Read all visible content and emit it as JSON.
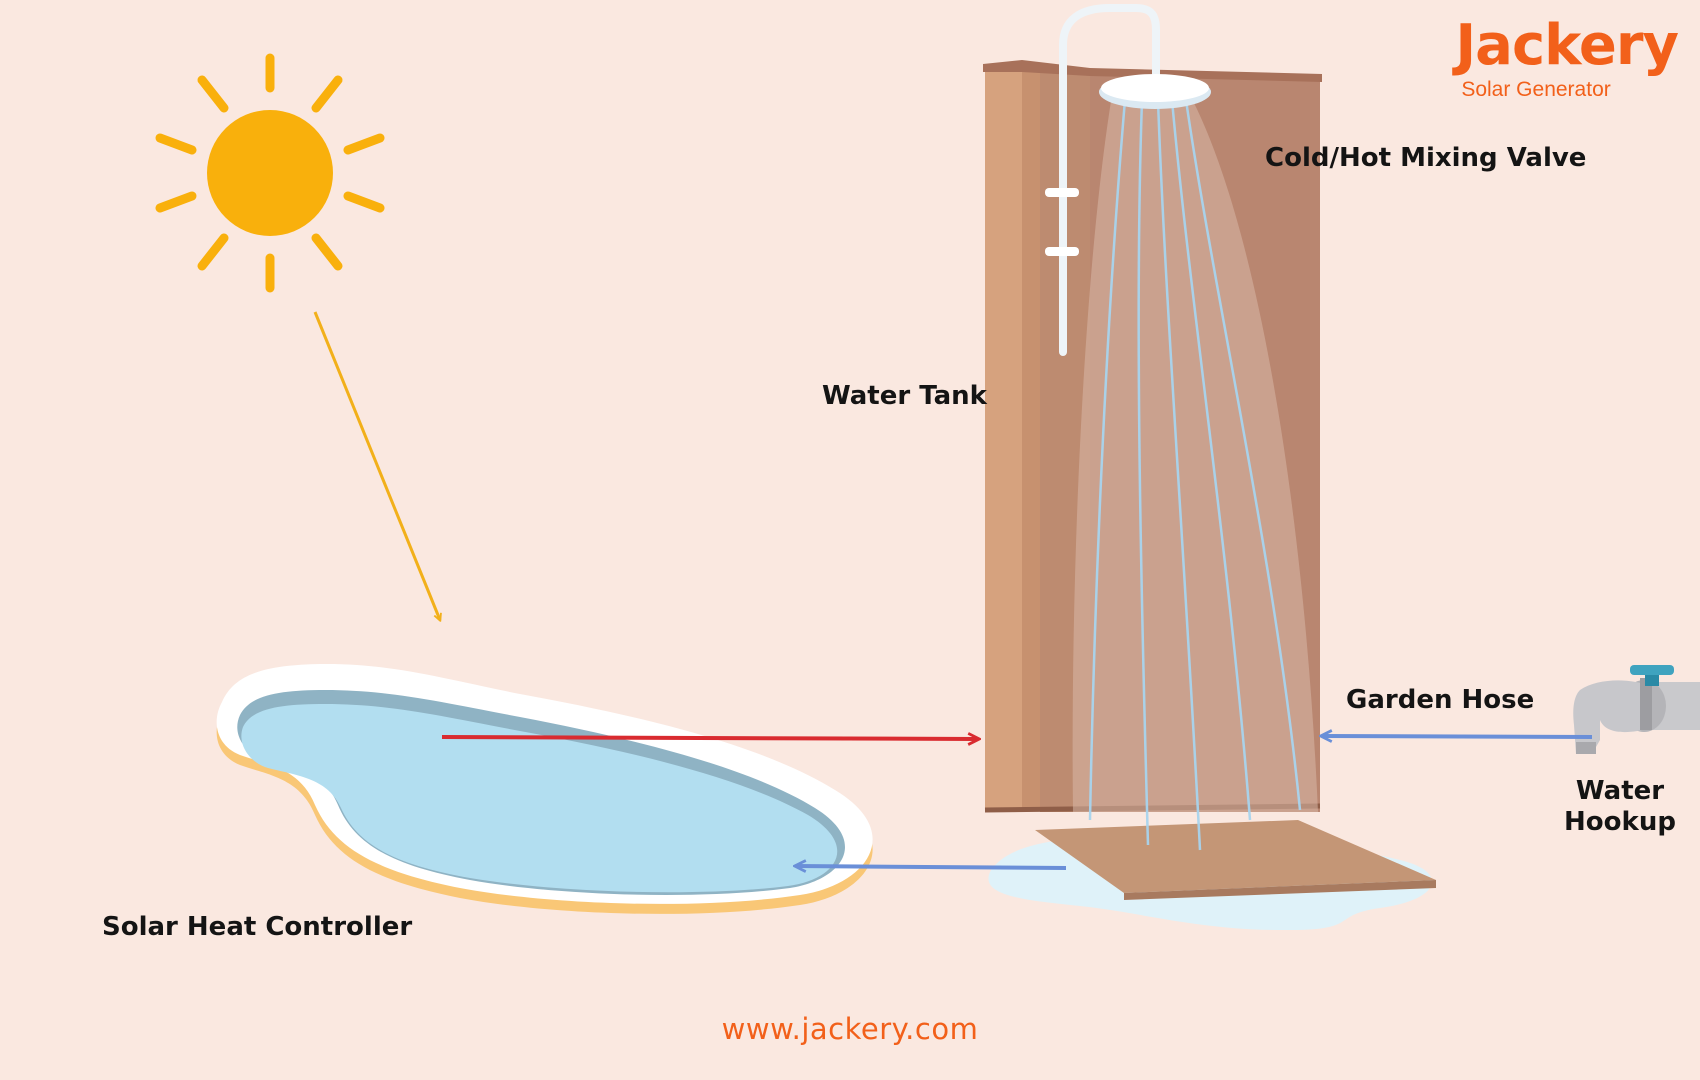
{
  "labels": {
    "mixing_valve": "Cold/Hot Mixing Valve",
    "water_tank": "Water Tank",
    "garden_hose": "Garden Hose",
    "water_hookup": "Water Hookup",
    "solar_heat_controller": "Solar Heat Controller"
  },
  "brand": {
    "name": "Jackery",
    "subtitle": "Solar Generator",
    "website": "www.jackery.com"
  },
  "colors": {
    "background": "#fae8e0",
    "brand": "#f2601a",
    "sun": "#f9b00c",
    "hot_flow_arrow": "#d92b30",
    "cold_flow_arrow": "#6a8fd8",
    "sun_ray_arrow": "#f2b01a",
    "pool_water": "#b2def0",
    "tank": "#bd8b70"
  },
  "icons": [
    "sun-icon",
    "shower-icon",
    "faucet-icon",
    "pool-icon"
  ]
}
